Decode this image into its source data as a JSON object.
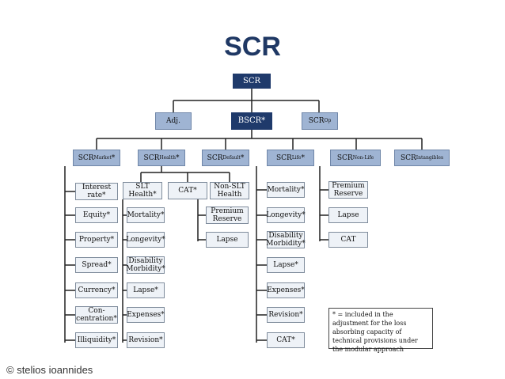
{
  "title": "SCR",
  "root": "SCR",
  "level2": {
    "adj": "Adj.",
    "bscr": "BSCR*",
    "op_main": "SCR",
    "op_sub": "Op"
  },
  "modules": {
    "market": {
      "main": "SCR",
      "sub": "Market",
      "suffix": "*"
    },
    "health": {
      "main": "SCR",
      "sub": "Health",
      "suffix": "*"
    },
    "default": {
      "main": "SCR",
      "sub": "Default",
      "suffix": "*"
    },
    "life": {
      "main": "SCR",
      "sub": "Life",
      "suffix": "*"
    },
    "nonlife": {
      "main": "SCR",
      "sub": "Non-Life",
      "suffix": ""
    },
    "intangibles": {
      "main": "SCR",
      "sub": "Intangibles",
      "suffix": ""
    }
  },
  "market_items": [
    "Interest rate*",
    "Equity*",
    "Property*",
    "Spread*",
    "Currency*",
    "Con-centration*",
    "Illiquidity*"
  ],
  "health_groups": {
    "slt": "SLT Health*",
    "cat": "CAT*",
    "nonslt": "Non-SLT Health"
  },
  "health_slt_items": [
    "Mortality*",
    "Longevity*",
    "Disability Morbidity*",
    "Lapse*",
    "Expenses*",
    "Revision*"
  ],
  "health_nonslt_items": [
    "Premium Reserve",
    "Lapse"
  ],
  "life_items": [
    "Mortality*",
    "Longevity*",
    "Disability Morbidity*",
    "Lapse*",
    "Expenses*",
    "Revision*",
    "CAT*"
  ],
  "nonlife_items": [
    "Premium Reserve",
    "Lapse",
    "CAT"
  ],
  "note": "* = included in the adjustment for the loss absorbing capacity of technical provisions under the modular approach",
  "copyright": "© stelios ioannides"
}
